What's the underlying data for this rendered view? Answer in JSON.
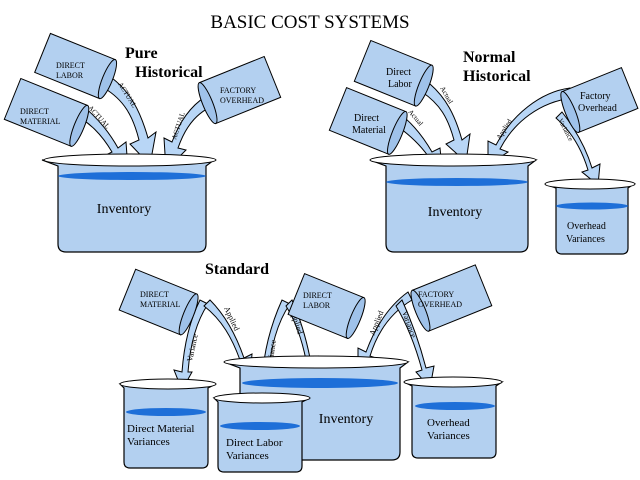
{
  "title": "BASIC COST SYSTEMS",
  "colors": {
    "beaker_fill": "#b3d0f0",
    "liquid": "#1e6fd8",
    "arrow_fill": "#b8d6f6",
    "outline": "#000000"
  },
  "sections": {
    "pure": {
      "heading": [
        "Pure",
        "Historical"
      ],
      "containers": {
        "labor": [
          "DIRECT",
          "LABOR"
        ],
        "material": [
          "DIRECT",
          "MATERIAL"
        ],
        "overhead": [
          "FACTORY",
          "OVERHEAD"
        ]
      },
      "arrows": {
        "labor": "ACTUAL",
        "material": "ACTUAL",
        "overhead": "ACTUAL"
      },
      "beaker": "Inventory"
    },
    "normal": {
      "heading": [
        "Normal",
        "Historical"
      ],
      "containers": {
        "labor": [
          "Direct",
          "Labor"
        ],
        "material": [
          "Direct",
          "Material"
        ],
        "overhead": [
          "Factory",
          "Overhead"
        ]
      },
      "arrows": {
        "labor": "Actual",
        "material": "Actual",
        "applied": "Applied",
        "variance": "Variance"
      },
      "beakers": {
        "inventory": "Inventory",
        "overhead_var": [
          "Overhead",
          "Variances"
        ]
      }
    },
    "standard": {
      "heading": "Standard",
      "containers": {
        "material": [
          "DIRECT",
          "MATERIAL"
        ],
        "labor": [
          "DIRECT",
          "LABOR"
        ],
        "overhead": [
          "FACTORY",
          "OVERHEAD"
        ]
      },
      "arrows": {
        "dm_variance": "Variance",
        "dm_applied": "Applied",
        "dl_variance": "Variance",
        "dl_applied": "Applied",
        "oh_applied": "Applied",
        "oh_variance": "Variance"
      },
      "beakers": {
        "dm_var": [
          "Direct Material",
          "Variances"
        ],
        "dl_var": [
          "Direct Labor",
          "Variances"
        ],
        "inventory": "Inventory",
        "oh_var": [
          "Overhead",
          "Variances"
        ]
      }
    }
  }
}
